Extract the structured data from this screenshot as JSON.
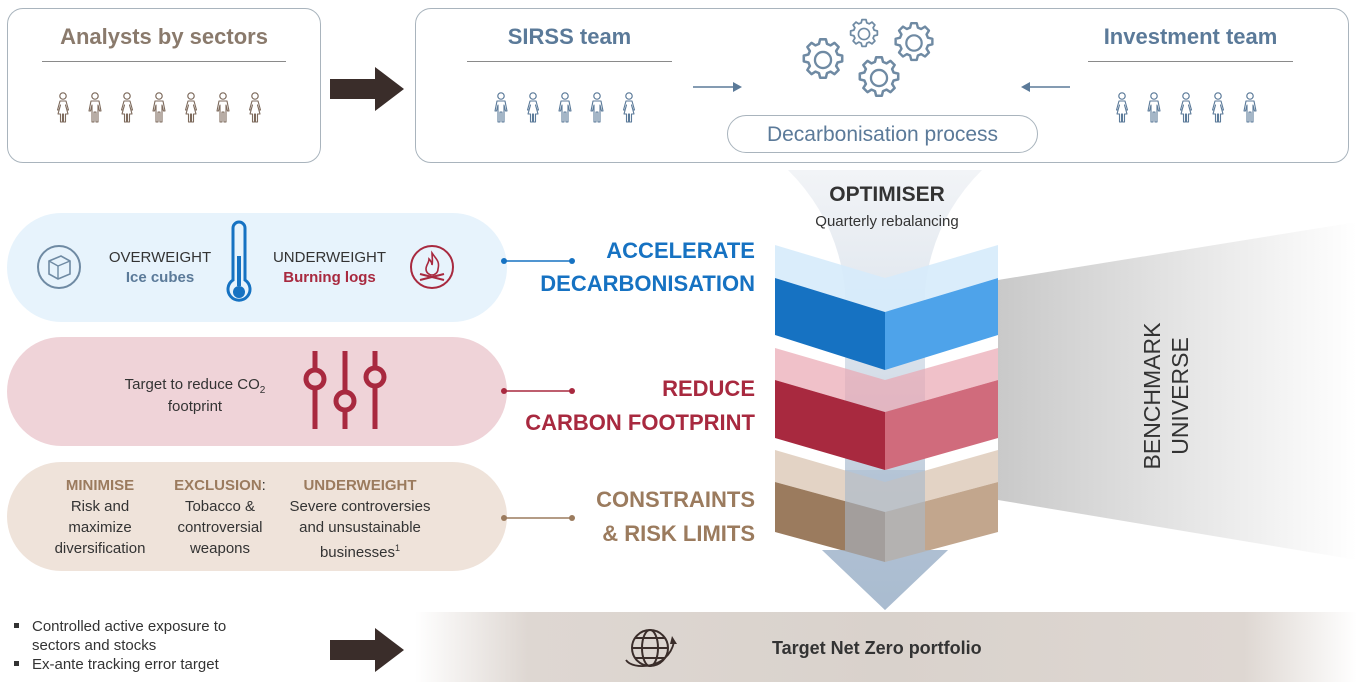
{
  "analysts": {
    "title": "Analysts by sectors"
  },
  "sirss": {
    "title": "SIRSS team"
  },
  "investment": {
    "title": "Investment team"
  },
  "process": {
    "label": "Decarbonisation process"
  },
  "optimiser": {
    "title": "OPTIMISER",
    "subtitle": "Quarterly rebalancing"
  },
  "benchmark": {
    "line1": "BENCHMARK",
    "line2": "UNIVERSE"
  },
  "accelerate": {
    "overweight": "OVERWEIGHT",
    "overweight_sub": "Ice cubes",
    "underweight": "UNDERWEIGHT",
    "underweight_sub": "Burning logs",
    "label_1": "ACCELERATE",
    "label_2": "DECARBONISATION"
  },
  "reduce": {
    "text_1": "Target to reduce CO",
    "text_sub": "2",
    "text_2": "footprint",
    "label_1": "REDUCE",
    "label_2": "CARBON FOOTPRINT"
  },
  "constraints": {
    "col1_head": "MINIMISE",
    "col1_l1": "Risk and",
    "col1_l2": "maximize",
    "col1_l3": "diversification",
    "col2_head": "EXCLUSION",
    "col2_colon": ":",
    "col2_l1": "Tobacco &",
    "col2_l2": "controversial",
    "col2_l3": "weapons",
    "col3_head": "UNDERWEIGHT",
    "col3_l1": "Severe controversies",
    "col3_l2": "and unsustainable",
    "col3_l3": "businesses",
    "col3_sup": "1",
    "label_1": "CONSTRAINTS",
    "label_2": "& RISK LIMITS"
  },
  "bullets": {
    "b1_l1": "Controlled active exposure to",
    "b1_l2": "sectors and stocks",
    "b2_l1": "Ex-ante tracking error target"
  },
  "portfolio": {
    "label": "Target Net Zero portfolio"
  },
  "colors": {
    "blue": "#1672c2",
    "red": "#a8293f",
    "brown": "#9b7b5e",
    "slate": "#5b7a99",
    "dark": "#3a2d2a"
  }
}
